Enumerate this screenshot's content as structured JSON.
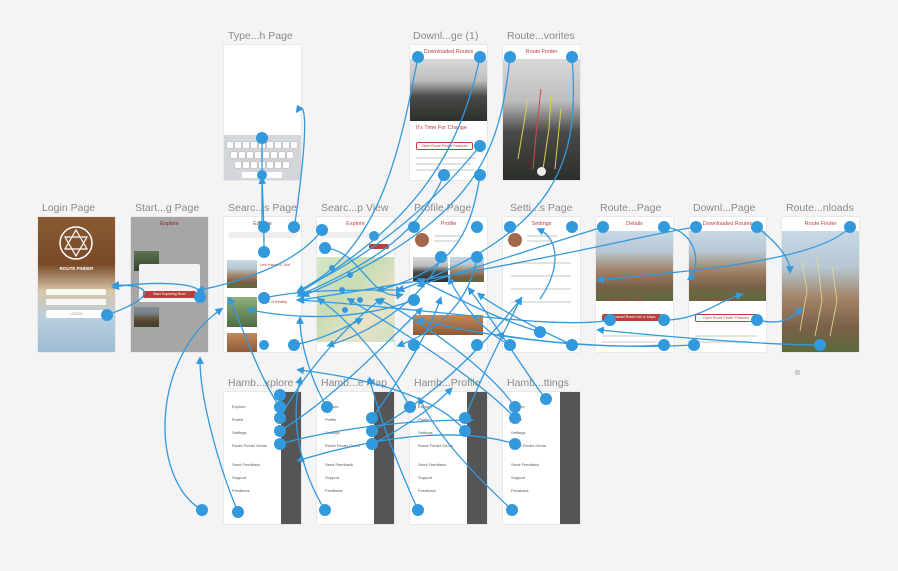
{
  "labels": {
    "type_search": "Type...h Page",
    "downloaded_page_1": "Downl...ge (1)",
    "route_favorites": "Route...vorites",
    "login": "Login Page",
    "starting": "Start...g Page",
    "search": "Searc...s Page",
    "search_map": "Searc...p View",
    "profile": "Profile Page",
    "settings": "Setti...s Page",
    "route_page": "Route...Page",
    "downloaded_page": "Downl...Page",
    "route_downloads": "Route...nloads",
    "hamb_explore": "Hamb...xplore",
    "hamb_map": "Hamb...e Map",
    "hamb_profile": "Hamb...Profile",
    "hamb_settings": "Hamb...ttings"
  },
  "screens": {
    "explore": "Explore",
    "profile": "Profile",
    "settings": "Settings",
    "details": "Details",
    "downloaded_routes": "Downloaded Routes",
    "route_finder": "Route Finder",
    "login_logo": "ROUTE FINDER",
    "login_btn": "LOGIN",
    "start_btn": "Start Exploring Now!",
    "left_handed_tool": "Left Handed Tool",
    "edge_of_reality": "Edge of Reality",
    "its_time_for_change": "It's Time For Change",
    "download_btn": "Download Route Info & Maps",
    "open_features": "Open Route Finder Features",
    "menu_explore": "Explore",
    "menu_profile": "Profile",
    "menu_settings": "Settings",
    "menu_gems": "Route Finder Gems",
    "menu_send": "Send Feedback",
    "menu_support": "Support",
    "menu_feedback": "Feedback"
  },
  "colors": {
    "accent": "#b8403c",
    "wire": "#3399dd",
    "canvas": "#f4f4f4"
  }
}
